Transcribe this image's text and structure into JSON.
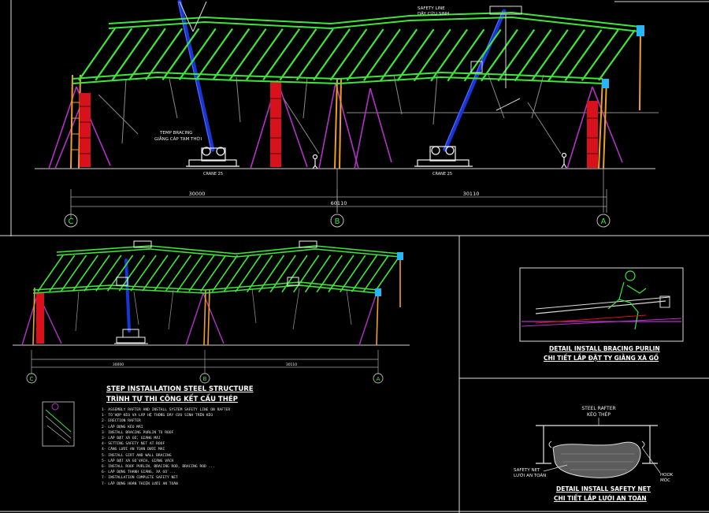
{
  "main_elevation": {
    "safety_line_label": [
      "SAFETY LINE",
      "DÂY CỨU SINH"
    ],
    "temp_bracing_label": [
      "TEMP BRACING",
      "GIẰNG CÁP TẠM THỜI"
    ],
    "crane_left_label": "CRANE 25",
    "crane_right_label": "CRANE 25",
    "dimensions": {
      "left": "30000",
      "total": "60110",
      "right": "30110"
    },
    "grid_axes": [
      "C",
      "B",
      "A"
    ]
  },
  "second_elevation": {
    "dimensions": {
      "left": "30000",
      "right": "30110"
    },
    "grid_axes": [
      "C",
      "B",
      "A"
    ]
  },
  "steps": {
    "title_en": "STEP INSTALLATION STEEL STRUCTURE",
    "title_vi": "TRÌNH TỰ THI CÔNG KẾT CẤU THÉP",
    "items": [
      "1- ASSEMBLY RAFTER AND INSTALL SYSTEM SAFETY LINE ON RAFTER",
      "1- TỔ HỢP KÈO VÀ LẮP HỆ THỐNG DÂY CỨU SINH TRÊN KÈO",
      "2- ERECTION RAFTER",
      "2- LẮP DỰNG KÈO MÁI",
      "3- INSTALL BRACING PURLIN TO ROOF",
      "3- LẮP ĐẶT XÀ GỒ, GIẰNG MÁI",
      "4- SETTING SAFETY NET AT ROOF",
      "4- CĂNG LƯỚI AN TOÀN DƯỚI MÁI",
      "5- INSTALL GIRT AND WALL BRACING",
      "5- LẮP ĐẶT XÀ GỒ VÁCH, GIẰNG VÁCH",
      "6- INSTALL ROOF PURLIN, BRACING ROD, BRACING ROD ...",
      "6- LẮP DỰNG THANH GIẰNG, XÀ GỒ ...",
      "7- INSTALLATION COMPLETE SAFETY NET",
      "7- LẮP DỰNG HOÀN THIỆN LƯỚI AN TOÀN"
    ]
  },
  "detail_purlin": {
    "title_en": "DETAIL INSTALL BRACING PURLIN",
    "title_vi": "CHI TIẾT LẮP ĐẶT TY GIẰNG XÀ GỒ"
  },
  "detail_net": {
    "steel_rafter": [
      "STEEL RAFTER",
      "KÈO THÉP"
    ],
    "safety_net": [
      "SAFETY NET",
      "LƯỚI AN TOÀN"
    ],
    "hook": [
      "HOOK",
      "MÓC"
    ],
    "title_en": "DETAIL INSTALL SAFETY NET",
    "title_vi": "CHI TIẾT LẮP LƯỚI AN TOÀN"
  },
  "colors": {
    "background": "#000000",
    "frame_green": "#3ee63a",
    "bracing_magenta": "#b531c8",
    "column_red": "#d8121c",
    "column_orange": "#f0a020",
    "crane_boom_blue": "#1835d8",
    "dimension_gray": "#a8a8a8",
    "border_white": "#e0e0e0"
  }
}
